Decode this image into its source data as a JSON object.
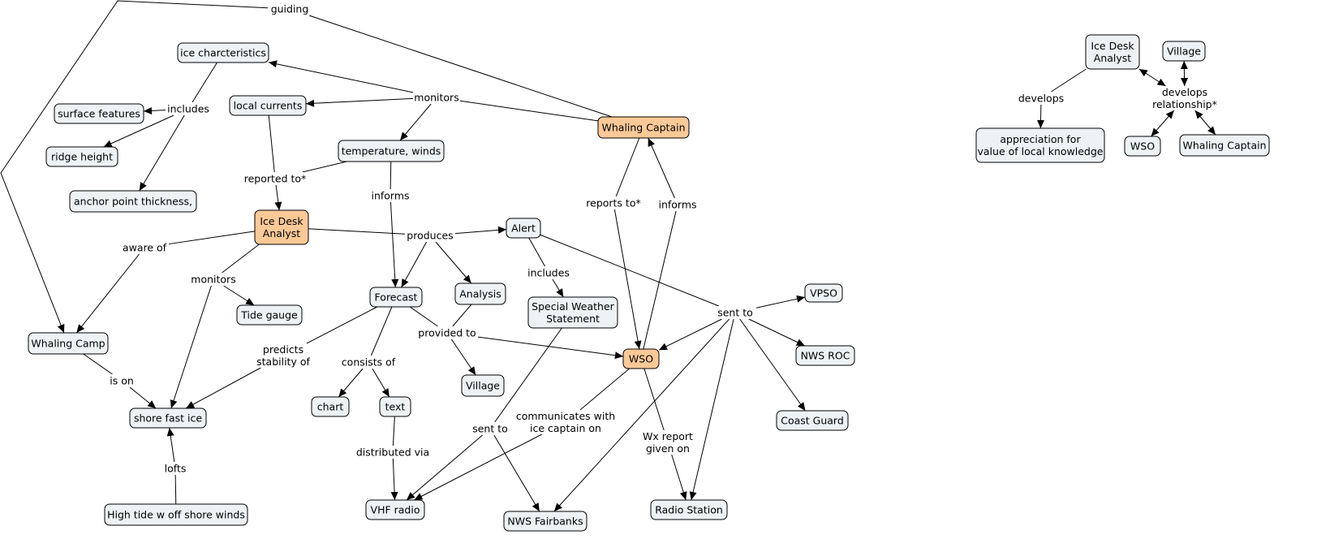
{
  "diagram": {
    "nodes": [
      {
        "id": "ice_char",
        "text": [
          "ice charcteristics"
        ]
      },
      {
        "id": "surface",
        "text": [
          "surface features"
        ]
      },
      {
        "id": "ridge",
        "text": [
          "ridge height"
        ]
      },
      {
        "id": "anchor",
        "text": [
          "anchor point thickness,"
        ]
      },
      {
        "id": "local_cur",
        "text": [
          "local currents"
        ]
      },
      {
        "id": "temp",
        "text": [
          "temperature, winds"
        ]
      },
      {
        "id": "whaling_capt",
        "text": [
          "Whaling Captain"
        ],
        "highlight": true
      },
      {
        "id": "ida",
        "text": [
          "Ice Desk",
          "Analyst"
        ],
        "highlight": true
      },
      {
        "id": "alert",
        "text": [
          "Alert"
        ]
      },
      {
        "id": "forecast",
        "text": [
          "Forecast"
        ]
      },
      {
        "id": "analysis",
        "text": [
          "Analysis"
        ]
      },
      {
        "id": "sws",
        "text": [
          "Special Weather",
          "Statement"
        ]
      },
      {
        "id": "tide",
        "text": [
          "Tide gauge"
        ]
      },
      {
        "id": "camp",
        "text": [
          "Whaling Camp"
        ]
      },
      {
        "id": "shore",
        "text": [
          "shore fast ice"
        ]
      },
      {
        "id": "hightide",
        "text": [
          "High tide w off shore winds"
        ]
      },
      {
        "id": "chart",
        "text": [
          "chart"
        ]
      },
      {
        "id": "text",
        "text": [
          "text"
        ]
      },
      {
        "id": "village1",
        "text": [
          "Village"
        ]
      },
      {
        "id": "wso",
        "text": [
          "WSO"
        ],
        "highlight": true
      },
      {
        "id": "vhf",
        "text": [
          "VHF radio"
        ]
      },
      {
        "id": "nws_fbk",
        "text": [
          "NWS Fairbanks"
        ]
      },
      {
        "id": "radio",
        "text": [
          "Radio Station"
        ]
      },
      {
        "id": "vpso",
        "text": [
          "VPSO"
        ]
      },
      {
        "id": "nws_roc",
        "text": [
          "NWS ROC"
        ]
      },
      {
        "id": "coast",
        "text": [
          "Coast Guard"
        ]
      },
      {
        "id": "ida2",
        "text": [
          "Ice Desk",
          "Analyst"
        ]
      },
      {
        "id": "village2",
        "text": [
          "Village"
        ]
      },
      {
        "id": "appreciation",
        "text": [
          "appreciation for",
          "value of local knowledge"
        ]
      },
      {
        "id": "wso2",
        "text": [
          "WSO"
        ]
      },
      {
        "id": "whaling_capt2",
        "text": [
          "Whaling Captain"
        ]
      }
    ],
    "labels": [
      {
        "id": "guiding",
        "text": [
          "guiding"
        ]
      },
      {
        "id": "includes1",
        "text": [
          "includes"
        ]
      },
      {
        "id": "monitors1",
        "text": [
          "monitors"
        ]
      },
      {
        "id": "reported_to",
        "text": [
          "reported to*"
        ]
      },
      {
        "id": "informs1",
        "text": [
          "informs"
        ]
      },
      {
        "id": "reports_to",
        "text": [
          "reports to*"
        ]
      },
      {
        "id": "informs2",
        "text": [
          "informs"
        ]
      },
      {
        "id": "aware_of",
        "text": [
          "aware of"
        ]
      },
      {
        "id": "produces",
        "text": [
          "produces"
        ]
      },
      {
        "id": "includes2",
        "text": [
          "includes"
        ]
      },
      {
        "id": "monitors2",
        "text": [
          "monitors"
        ]
      },
      {
        "id": "sent_to1",
        "text": [
          "sent to"
        ]
      },
      {
        "id": "provided_to",
        "text": [
          "provided to"
        ]
      },
      {
        "id": "predicts",
        "text": [
          "predicts",
          "stability of"
        ]
      },
      {
        "id": "is_on",
        "text": [
          "is on"
        ]
      },
      {
        "id": "consists_of",
        "text": [
          "consists of"
        ]
      },
      {
        "id": "communicates",
        "text": [
          "communicates with",
          "ice captain on"
        ]
      },
      {
        "id": "sent_to2",
        "text": [
          "sent to"
        ]
      },
      {
        "id": "wx_report",
        "text": [
          "Wx report",
          "given on"
        ]
      },
      {
        "id": "distributed",
        "text": [
          "distributed via"
        ]
      },
      {
        "id": "lofts",
        "text": [
          "lofts"
        ]
      },
      {
        "id": "develops",
        "text": [
          "develops"
        ]
      },
      {
        "id": "develops_rel",
        "text": [
          "develops",
          "relationship*"
        ]
      }
    ],
    "edges": [
      {
        "from": "whaling_capt",
        "to": "guiding",
        "arrow": false
      },
      {
        "from": "guiding",
        "to": "camp",
        "arrow": true
      },
      {
        "from": "ice_char",
        "to": "includes1",
        "arrow": false
      },
      {
        "from": "includes1",
        "to": "surface",
        "arrow": true
      },
      {
        "from": "includes1",
        "to": "ridge",
        "arrow": true
      },
      {
        "from": "includes1",
        "to": "anchor",
        "arrow": true
      },
      {
        "from": "whaling_capt",
        "to": "monitors1",
        "arrow": false
      },
      {
        "from": "monitors1",
        "to": "ice_char",
        "arrow": true
      },
      {
        "from": "monitors1",
        "to": "local_cur",
        "arrow": true
      },
      {
        "from": "monitors1",
        "to": "temp",
        "arrow": true
      },
      {
        "from": "local_cur",
        "to": "reported_to",
        "arrow": false
      },
      {
        "from": "temp",
        "to": "reported_to",
        "arrow": false
      },
      {
        "from": "reported_to",
        "to": "ida",
        "arrow": true
      },
      {
        "from": "temp",
        "to": "informs1",
        "arrow": false
      },
      {
        "from": "informs1",
        "to": "forecast",
        "arrow": true
      },
      {
        "from": "whaling_capt",
        "to": "reports_to",
        "arrow": false
      },
      {
        "from": "reports_to",
        "to": "wso",
        "arrow": true
      },
      {
        "from": "wso",
        "to": "informs2",
        "arrow": false
      },
      {
        "from": "informs2",
        "to": "whaling_capt",
        "arrow": true
      },
      {
        "from": "ida",
        "to": "aware_of",
        "arrow": false
      },
      {
        "from": "aware_of",
        "to": "camp",
        "arrow": true
      },
      {
        "from": "ida",
        "to": "produces",
        "arrow": false
      },
      {
        "from": "produces",
        "to": "alert",
        "arrow": true
      },
      {
        "from": "produces",
        "to": "forecast",
        "arrow": true
      },
      {
        "from": "produces",
        "to": "analysis",
        "arrow": true
      },
      {
        "from": "alert",
        "to": "includes2",
        "arrow": false
      },
      {
        "from": "includes2",
        "to": "sws",
        "arrow": true
      },
      {
        "from": "ida",
        "to": "monitors2",
        "arrow": false
      },
      {
        "from": "monitors2",
        "to": "tide",
        "arrow": true
      },
      {
        "from": "monitors2",
        "to": "shore",
        "arrow": true
      },
      {
        "from": "alert",
        "to": "sent_to1",
        "arrow": false
      },
      {
        "from": "sent_to1",
        "to": "vpso",
        "arrow": true
      },
      {
        "from": "sent_to1",
        "to": "wso",
        "arrow": true
      },
      {
        "from": "sent_to1",
        "to": "nws_roc",
        "arrow": true
      },
      {
        "from": "sent_to1",
        "to": "coast",
        "arrow": true
      },
      {
        "from": "sent_to1",
        "to": "radio",
        "arrow": true
      },
      {
        "from": "sent_to1",
        "to": "nws_fbk",
        "arrow": true
      },
      {
        "from": "analysis",
        "to": "provided_to",
        "arrow": false
      },
      {
        "from": "provided_to",
        "to": "wso",
        "arrow": true
      },
      {
        "from": "provided_to",
        "to": "village1",
        "arrow": true
      },
      {
        "from": "forecast",
        "to": "provided_to",
        "arrow": false
      },
      {
        "from": "forecast",
        "to": "predicts",
        "arrow": false
      },
      {
        "from": "predicts",
        "to": "shore",
        "arrow": true
      },
      {
        "from": "forecast",
        "to": "consists_of",
        "arrow": false
      },
      {
        "from": "consists_of",
        "to": "chart",
        "arrow": true
      },
      {
        "from": "consists_of",
        "to": "text",
        "arrow": true
      },
      {
        "from": "camp",
        "to": "is_on",
        "arrow": false
      },
      {
        "from": "is_on",
        "to": "shore",
        "arrow": true
      },
      {
        "from": "wso",
        "to": "communicates",
        "arrow": false
      },
      {
        "from": "communicates",
        "to": "vhf",
        "arrow": true
      },
      {
        "from": "sws",
        "to": "sent_to2",
        "arrow": false
      },
      {
        "from": "sent_to2",
        "to": "vhf",
        "arrow": true
      },
      {
        "from": "sent_to2",
        "to": "nws_fbk",
        "arrow": true
      },
      {
        "from": "wso",
        "to": "wx_report",
        "arrow": false
      },
      {
        "from": "wx_report",
        "to": "radio",
        "arrow": true
      },
      {
        "from": "text",
        "to": "distributed",
        "arrow": false
      },
      {
        "from": "distributed",
        "to": "vhf",
        "arrow": true
      },
      {
        "from": "hightide",
        "to": "lofts",
        "arrow": false
      },
      {
        "from": "lofts",
        "to": "shore",
        "arrow": true
      },
      {
        "from": "ida2",
        "to": "develops",
        "arrow": false
      },
      {
        "from": "develops",
        "to": "appreciation",
        "arrow": true
      },
      {
        "from": "develops_rel",
        "to": "ida2",
        "arrow": true,
        "both": true
      },
      {
        "from": "develops_rel",
        "to": "village2",
        "arrow": true,
        "both": true
      },
      {
        "from": "develops_rel",
        "to": "wso2",
        "arrow": true,
        "both": true
      },
      {
        "from": "develops_rel",
        "to": "whaling_capt2",
        "arrow": true,
        "both": true
      }
    ]
  }
}
